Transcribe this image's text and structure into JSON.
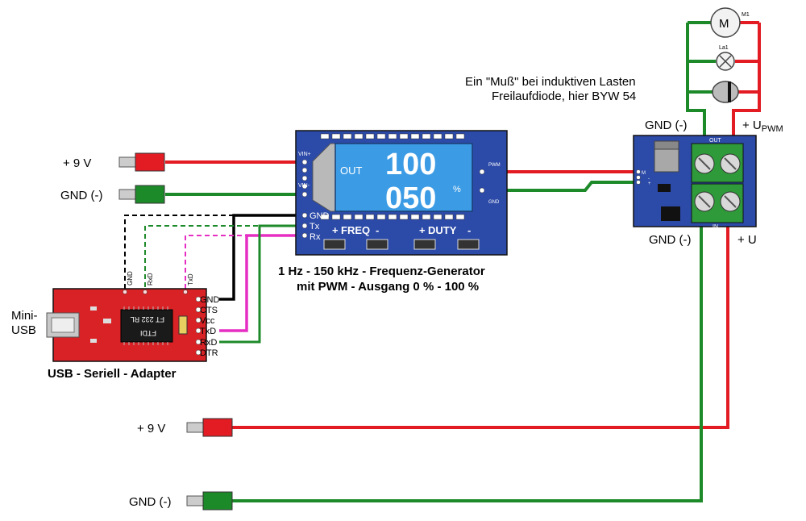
{
  "labels": {
    "plus9v_top": "+ 9 V",
    "gnd_top": "GND (-)",
    "plus9v_bottom": "+ 9 V",
    "gnd_bottom": "GND (-)",
    "mini_usb": "Mini-\nUSB",
    "usb_adapter_caption": "USB - Seriell - Adapter",
    "generator_caption_line1": "1 Hz - 150 kHz - Frequenz-Generator",
    "generator_caption_line2": "mit PWM - Ausgang 0 % - 100 %",
    "diode_note_line1": "Ein \"Muß\" bei induktiven Lasten",
    "diode_note_line2": "Freilaufdiode, hier BYW 54",
    "mosfet_gnd_top": "GND (-)",
    "mosfet_upwm": "+ U",
    "mosfet_upwm_sub": "PWM",
    "mosfet_gnd_bottom": "GND (-)",
    "mosfet_plus_u": "+ U",
    "motor": "M",
    "motor_ref": "M1",
    "lamp_ref": "La1"
  },
  "generator": {
    "out_label": "OUT",
    "value_top": "100",
    "value_bottom": "050",
    "unit": "%",
    "vin_plus": "VIN+",
    "vin_minus": "VIN-",
    "pwm": "PWM",
    "gnd": "GND",
    "pin_gnd": "GND",
    "pin_tx": "Tx",
    "pin_rx": "Rx",
    "freq": "FREQ",
    "duty": "DUTY"
  },
  "usb_adapter": {
    "pins": [
      "GND",
      "CTS",
      "Vcc",
      "TxD",
      "RxD",
      "DTR"
    ],
    "chip_line1": "FT 232 RL",
    "chip_line2": "FTDI",
    "header_labels": [
      "GND",
      "RxD",
      "TxD"
    ]
  },
  "mosfet": {
    "out_label": "OUT",
    "in_label": "IN",
    "pins": [
      "M",
      "-",
      "+"
    ]
  },
  "colors": {
    "red_wire": "#e31b23",
    "green_wire": "#1d8a2a",
    "black_wire": "#000000",
    "magenta_wire": "#e62ec3",
    "board_blue": "#2c4aa8",
    "lcd_blue": "#3b9be5",
    "usb_board_red": "#d92226",
    "terminal_green": "#2f9a3a"
  }
}
